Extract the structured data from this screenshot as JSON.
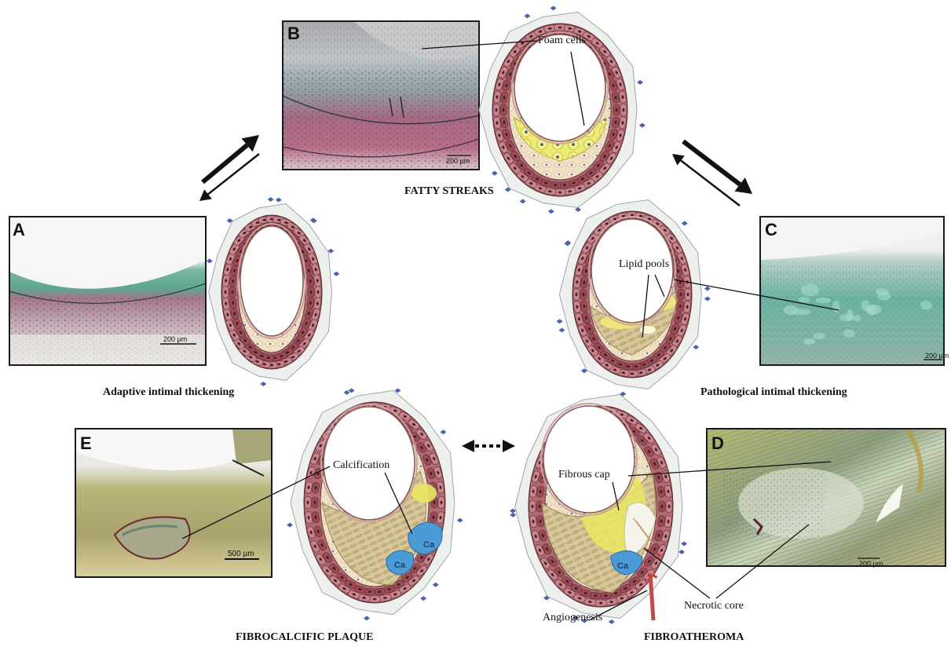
{
  "panels": [
    {
      "id": "A",
      "letter": "A",
      "scale": "200 µm"
    },
    {
      "id": "B",
      "letter": "B",
      "scale": "200 µm"
    },
    {
      "id": "C",
      "letter": "C",
      "scale": "200 µm"
    },
    {
      "id": "D",
      "letter": "D",
      "scale": "200 µm"
    },
    {
      "id": "E",
      "letter": "E",
      "scale": "500 µm"
    }
  ],
  "captions": {
    "fatty_streaks": "FATTY STREAKS",
    "adaptive": "Adaptive intimal thickening",
    "pathological": "Pathological intimal thickening",
    "fibrocalcific": "FIBROCALCIFIC PLAQUE",
    "fibroatheroma": "FIBROATHEROMA"
  },
  "labels": {
    "foam_cells": "Foam cells",
    "lipid_pools": "Lipid pools",
    "calcification": "Calcification",
    "fibrous_cap": "Fibrous cap",
    "necrotic_core": "Necrotic core",
    "angiogenesis": "Angiogenesis",
    "ca": "Ca"
  },
  "colors": {
    "media_cell": "#9c4b52",
    "media_cell_light": "#c9838a",
    "intima": "#efe2c4",
    "foam": "#e8e860",
    "lipid": "#f2e97a",
    "calcium": "#4b9bd6",
    "green_stain": "#6fb59a",
    "olive_stain": "#b9b06a",
    "nucleus": "#4a5aa0"
  }
}
